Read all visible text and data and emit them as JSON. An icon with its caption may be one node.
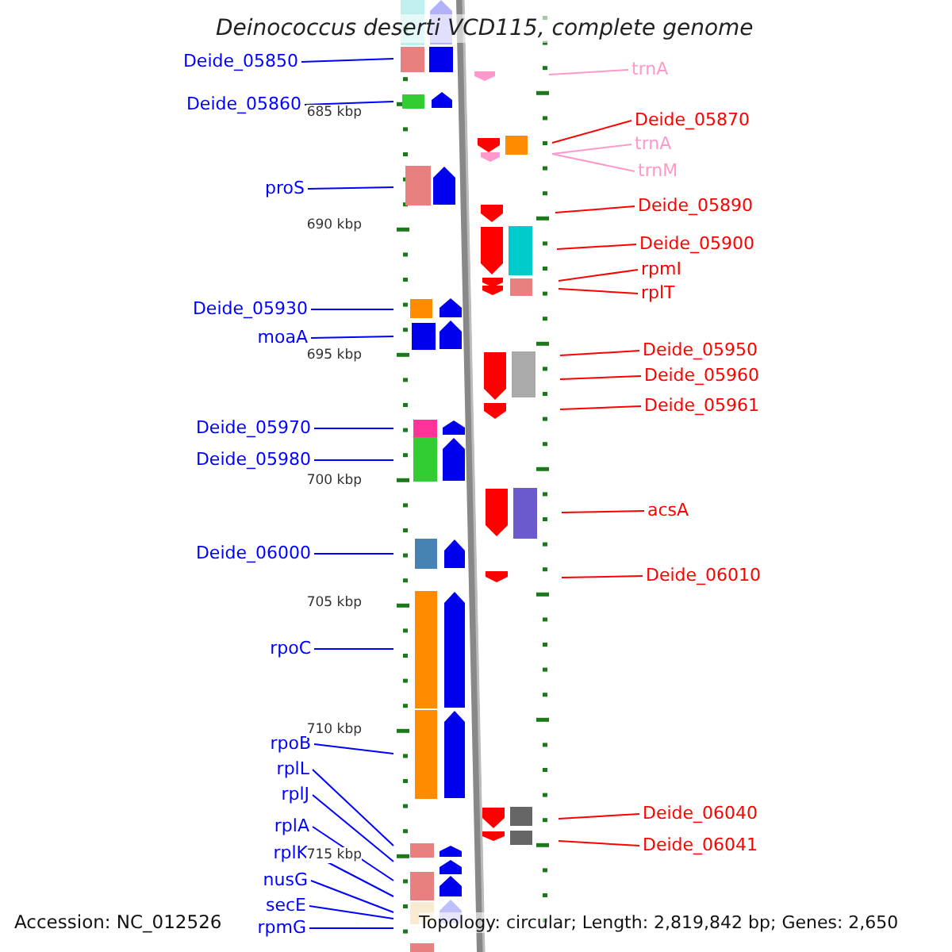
{
  "diagram": {
    "title": "Deinococcus deserti VCD115, complete genome",
    "nodes": [
      {
        "text": [
          "Deide_05850"
        ]
      },
      {
        "text": [
          "Deide_05860"
        ]
      },
      {
        "text": [
          "proS"
        ]
      },
      {
        "text": [
          "Deide_05930"
        ]
      },
      {
        "text": [
          "moaA"
        ]
      },
      {
        "text": [
          "Deide_05970"
        ]
      },
      {
        "text": [
          "Deide_05980"
        ]
      },
      {
        "text": [
          "Deide_06000"
        ]
      },
      {
        "text": [
          "rpoC"
        ]
      },
      {
        "text": [
          "rpoB"
        ]
      },
      {
        "text": [
          "rplL"
        ]
      },
      {
        "text": [
          "rplJ"
        ]
      },
      {
        "text": [
          "rplA"
        ]
      },
      {
        "text": [
          "rplK"
        ]
      },
      {
        "text": [
          "nusG"
        ]
      },
      {
        "text": [
          "secE"
        ]
      },
      {
        "text": [
          "rpmG"
        ]
      },
      {
        "text": [
          "trnA"
        ]
      },
      {
        "text": [
          "Deide_05870"
        ]
      },
      {
        "text": [
          "trnA"
        ]
      },
      {
        "text": [
          "trnM"
        ]
      },
      {
        "text": [
          "Deide_05890"
        ]
      },
      {
        "text": [
          "Deide_05900"
        ]
      },
      {
        "text": [
          "rpmI"
        ]
      },
      {
        "text": [
          "rplT"
        ]
      },
      {
        "text": [
          "Deide_05950"
        ]
      },
      {
        "text": [
          "Deide_05960"
        ]
      },
      {
        "text": [
          "Deide_05961"
        ]
      },
      {
        "text": [
          "acsA"
        ]
      },
      {
        "text": [
          "Deide_06010"
        ]
      },
      {
        "text": [
          "Deide_06040"
        ]
      },
      {
        "text": [
          "Deide_06041"
        ]
      }
    ],
    "edges": [
      {
        "from": 0,
        "to": null,
        "arrow": "none"
      },
      {
        "from": 1,
        "to": null,
        "arrow": "none"
      },
      {
        "from": 2,
        "to": null,
        "arrow": "none"
      },
      {
        "from": 3,
        "to": null,
        "arrow": "none"
      },
      {
        "from": 4,
        "to": null,
        "arrow": "none"
      },
      {
        "from": 5,
        "to": null,
        "arrow": "none"
      },
      {
        "from": 6,
        "to": null,
        "arrow": "none"
      },
      {
        "from": 7,
        "to": null,
        "arrow": "none"
      },
      {
        "from": 8,
        "to": null,
        "arrow": "none"
      },
      {
        "from": 9,
        "to": null,
        "arrow": "none"
      },
      {
        "from": 10,
        "to": null,
        "arrow": "none"
      },
      {
        "from": 11,
        "to": null,
        "arrow": "none"
      },
      {
        "from": 12,
        "to": null,
        "arrow": "none"
      },
      {
        "from": 13,
        "to": null,
        "arrow": "none"
      },
      {
        "from": 14,
        "to": null,
        "arrow": "none"
      },
      {
        "from": 15,
        "to": null,
        "arrow": "none"
      },
      {
        "from": 16,
        "to": null,
        "arrow": "none"
      },
      {
        "from": 17,
        "to": null,
        "arrow": "none",
        "color": "#ff99cc"
      },
      {
        "from": 18,
        "to": null,
        "arrow": "none",
        "color": "#ff0000"
      },
      {
        "from": 19,
        "to": null,
        "arrow": "none",
        "color": "#ff99cc"
      },
      {
        "from": 20,
        "to": null,
        "arrow": "none",
        "color": "#ff99cc"
      },
      {
        "from": 21,
        "to": null,
        "arrow": "none",
        "color": "#ff0000"
      },
      {
        "from": 22,
        "to": null,
        "arrow": "none",
        "color": "#ff0000"
      },
      {
        "from": 23,
        "to": null,
        "arrow": "none",
        "color": "#ff0000"
      },
      {
        "from": 24,
        "to": null,
        "arrow": "none",
        "color": "#ff0000"
      },
      {
        "from": 25,
        "to": null,
        "arrow": "none",
        "color": "#ff0000"
      },
      {
        "from": 26,
        "to": null,
        "arrow": "none",
        "color": "#ff0000"
      },
      {
        "from": 27,
        "to": null,
        "arrow": "none",
        "color": "#ff0000"
      },
      {
        "from": 28,
        "to": null,
        "arrow": "none",
        "color": "#ff0000"
      },
      {
        "from": 29,
        "to": null,
        "arrow": "none",
        "color": "#ff0000"
      },
      {
        "from": 30,
        "to": null,
        "arrow": "none",
        "color": "#ff0000"
      },
      {
        "from": 31,
        "to": null,
        "arrow": "none",
        "color": "#ff0000"
      }
    ],
    "labels": [
      "685 kbp",
      "690 kbp",
      "695 kbp",
      "700 kbp",
      "705 kbp",
      "710 kbp",
      "715 kbp",
      "Accession: NC_012526",
      "Topology: circular; Length: 2,819,842 bp; Genes: 2,650"
    ]
  }
}
